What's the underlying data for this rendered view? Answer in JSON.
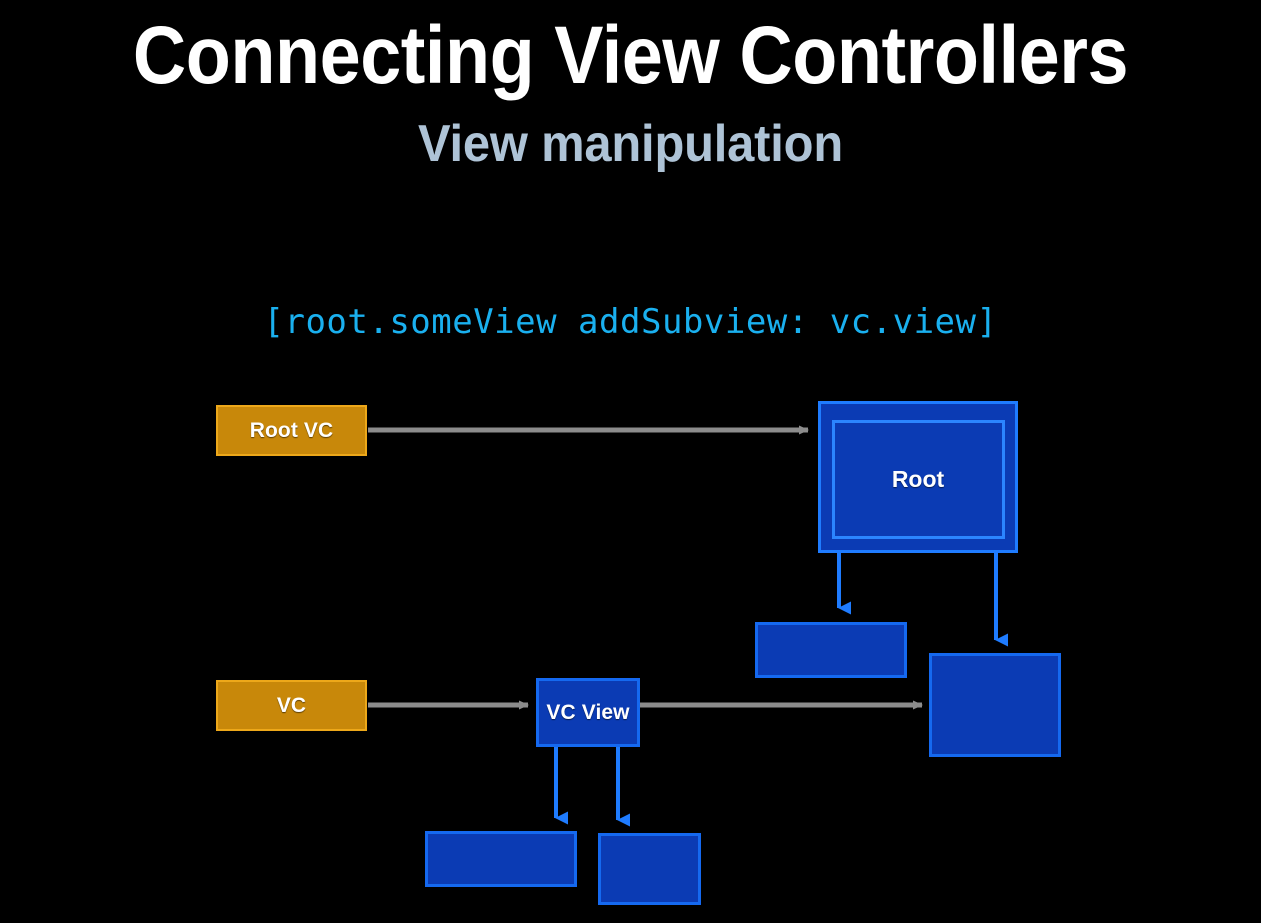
{
  "slide": {
    "background_color": "#000000",
    "title": "Connecting View Controllers",
    "subtitle": "View manipulation",
    "title_color": "#ffffff",
    "subtitle_color": "#aec3d6"
  },
  "code": {
    "text": "[root.someView addSubview: vc.view]",
    "color": "#1ab0ef"
  },
  "palette": {
    "controller_fill": "#c8880a",
    "controller_border": "#eda81a",
    "view_fill": "#0b3bb4",
    "view_border": "#1569f0",
    "view_border_bright": "#2b85ff",
    "gray_arrow": "#8c8c8c",
    "blue_arrow": "#1f7cff"
  },
  "diagram": {
    "nodes": [
      {
        "id": "root-vc",
        "label": "Root VC",
        "kind": "controller"
      },
      {
        "id": "vc",
        "label": "VC",
        "kind": "controller"
      },
      {
        "id": "root-view",
        "label": "Root",
        "kind": "view-container"
      },
      {
        "id": "root-child-a",
        "label": "",
        "kind": "view"
      },
      {
        "id": "root-child-b",
        "label": "",
        "kind": "view"
      },
      {
        "id": "vc-view",
        "label": "VC View",
        "kind": "view"
      },
      {
        "id": "vc-child-a",
        "label": "",
        "kind": "view"
      },
      {
        "id": "vc-child-b",
        "label": "",
        "kind": "view"
      }
    ],
    "edges": [
      {
        "from": "root-vc",
        "to": "root-view",
        "style": "gray"
      },
      {
        "from": "vc",
        "to": "vc-view",
        "style": "gray"
      },
      {
        "from": "vc-view",
        "to": "root-child-b",
        "style": "gray"
      },
      {
        "from": "root-view",
        "to": "root-child-a",
        "style": "blue"
      },
      {
        "from": "root-view",
        "to": "root-child-b",
        "style": "blue"
      },
      {
        "from": "vc-view",
        "to": "vc-child-a",
        "style": "blue"
      },
      {
        "from": "vc-view",
        "to": "vc-child-b",
        "style": "blue"
      }
    ]
  }
}
